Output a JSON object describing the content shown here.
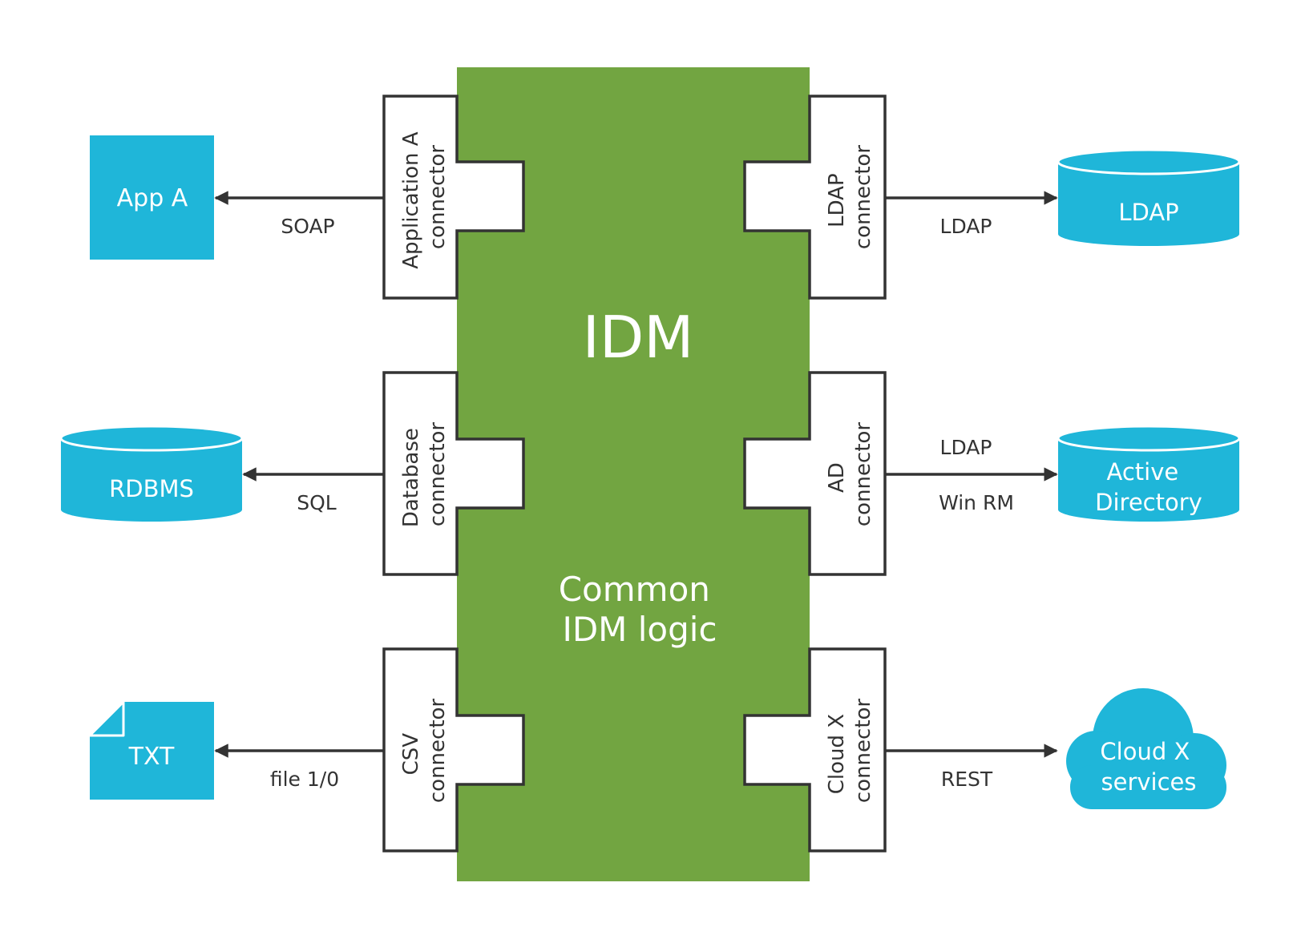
{
  "colors": {
    "core": "#72a541",
    "target": "#1fb6d9",
    "connector_fill": "#ffffff",
    "connector_stroke": "#333333",
    "arrow": "#333333",
    "text_dark": "#333333",
    "text_light": "#ffffff"
  },
  "core": {
    "title": "IDM",
    "subtitle_line1": "Common",
    "subtitle_line2": "IDM logic"
  },
  "connectors": {
    "app_a": {
      "line1": "Application A",
      "line2": "connector"
    },
    "database": {
      "line1": "Database",
      "line2": "connector"
    },
    "csv": {
      "line1": "CSV",
      "line2": "connector"
    },
    "ldap": {
      "line1": "LDAP",
      "line2": "connector"
    },
    "ad": {
      "line1": "AD",
      "line2": "connector"
    },
    "cloud_x": {
      "line1": "Cloud X",
      "line2": "connector"
    }
  },
  "targets": {
    "app_a": {
      "label": "App A",
      "shape": "square"
    },
    "rdbms": {
      "label": "RDBMS",
      "shape": "cylinder"
    },
    "txt": {
      "label": "TXT",
      "shape": "document-icon"
    },
    "ldap": {
      "label": "LDAP",
      "shape": "cylinder"
    },
    "active_directory": {
      "line1": "Active",
      "line2": "Directory",
      "shape": "cylinder"
    },
    "cloud_x": {
      "line1": "Cloud X",
      "line2": "services",
      "shape": "cloud-icon"
    }
  },
  "protocols": {
    "soap": "SOAP",
    "sql": "SQL",
    "file": "file 1/0",
    "ldap": "LDAP",
    "ad_ldap": "LDAP",
    "ad_winrm": "Win RM",
    "rest": "REST"
  }
}
